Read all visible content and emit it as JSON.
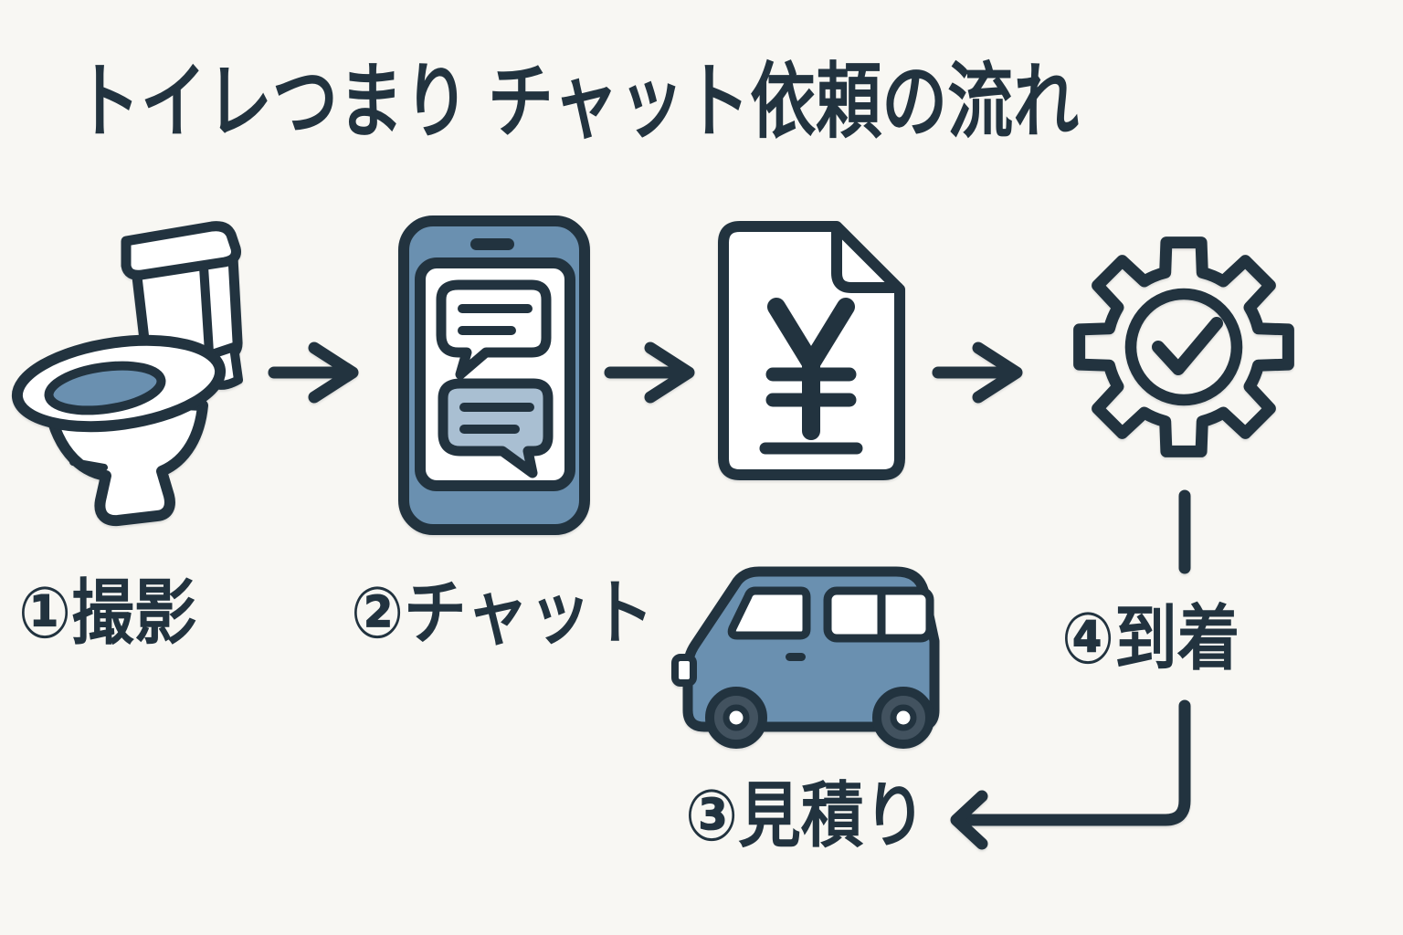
{
  "flow": {
    "title": "トイレつまり チャット依頼の流れ",
    "steps": [
      {
        "label": "①撮影",
        "icon": "toilet-icon"
      },
      {
        "label": "②チャット",
        "icon": "smartphone-chat-icon"
      },
      {
        "label": "③見積り",
        "icon": "service-van-icon"
      },
      {
        "label": "④到着",
        "icon": "gear-check-icon"
      }
    ],
    "extra_icons": [
      {
        "icon": "yen-estimate-document-icon"
      }
    ],
    "connectors": [
      "arrow-right-1",
      "arrow-right-2",
      "arrow-right-3",
      "elbow-down-left-arrow"
    ]
  },
  "colors": {
    "bg": "#f8f7f3",
    "ink": "#22333f",
    "steel": "#6a90b0",
    "light": "#a9bfd2",
    "paper": "#ffffff",
    "wheel": "#42525f"
  }
}
